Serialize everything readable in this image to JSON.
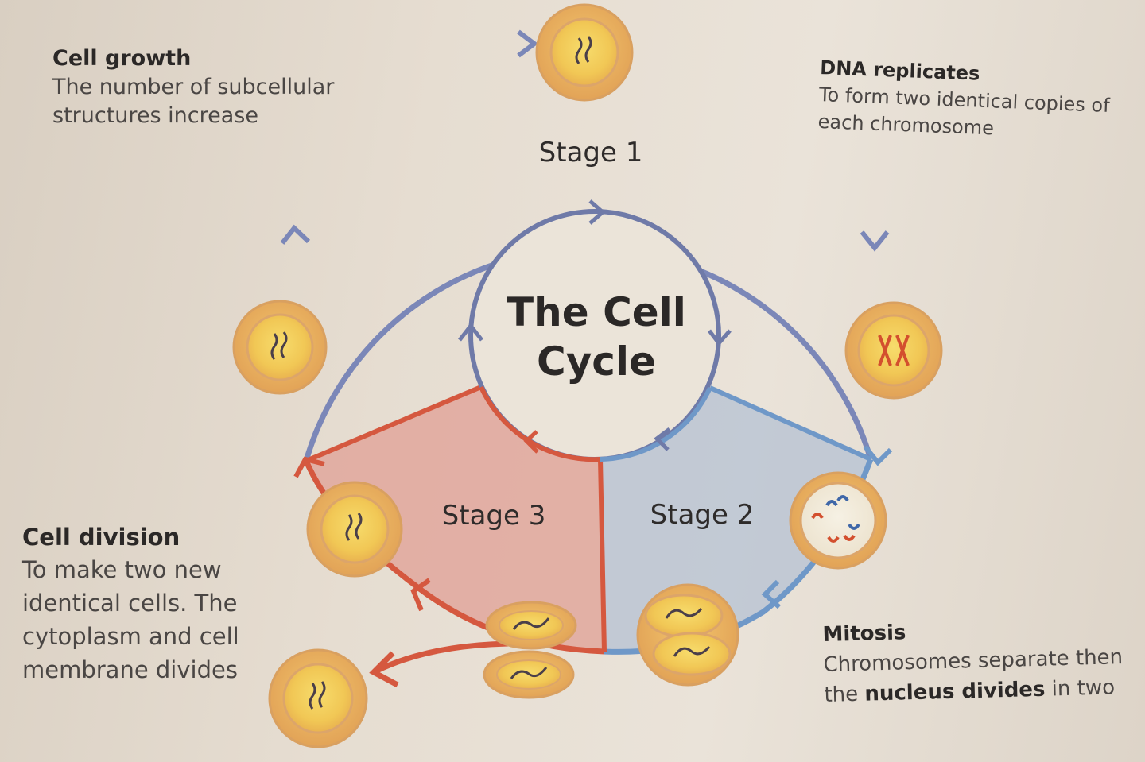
{
  "title": {
    "line1": "The Cell",
    "line2": "Cycle"
  },
  "stages": {
    "stage1": "Stage 1",
    "stage2": "Stage 2",
    "stage3": "Stage 3"
  },
  "annotations": {
    "cell_growth": {
      "heading": "Cell growth",
      "body": "The number of subcellular structures increase"
    },
    "dna_replicates": {
      "heading": "DNA replicates",
      "body": "To form two identical copies of each chromosome"
    },
    "cell_division": {
      "heading": "Cell division",
      "body": "To make two new identical cells. The cytoplasm and cell membrane divides"
    },
    "mitosis": {
      "heading": "Mitosis",
      "body_start": "Chromosomes separate then the ",
      "body_bold": "nucleus divides",
      "body_end": " in two"
    }
  },
  "colors": {
    "stage1_ring": "#7b87b8",
    "stage2_ring": "#6f98c8",
    "stage3_ring": "#d5583f",
    "stage2_fill": "#b8c3d3",
    "stage3_fill": "#e1a79c",
    "cell_outer": "#eab45e",
    "cell_inner": "#f5d25a",
    "chromosome_dark": "#4a3f4a",
    "chromosome_red": "#d34f2e",
    "chromosome_blue": "#3f67a8"
  }
}
